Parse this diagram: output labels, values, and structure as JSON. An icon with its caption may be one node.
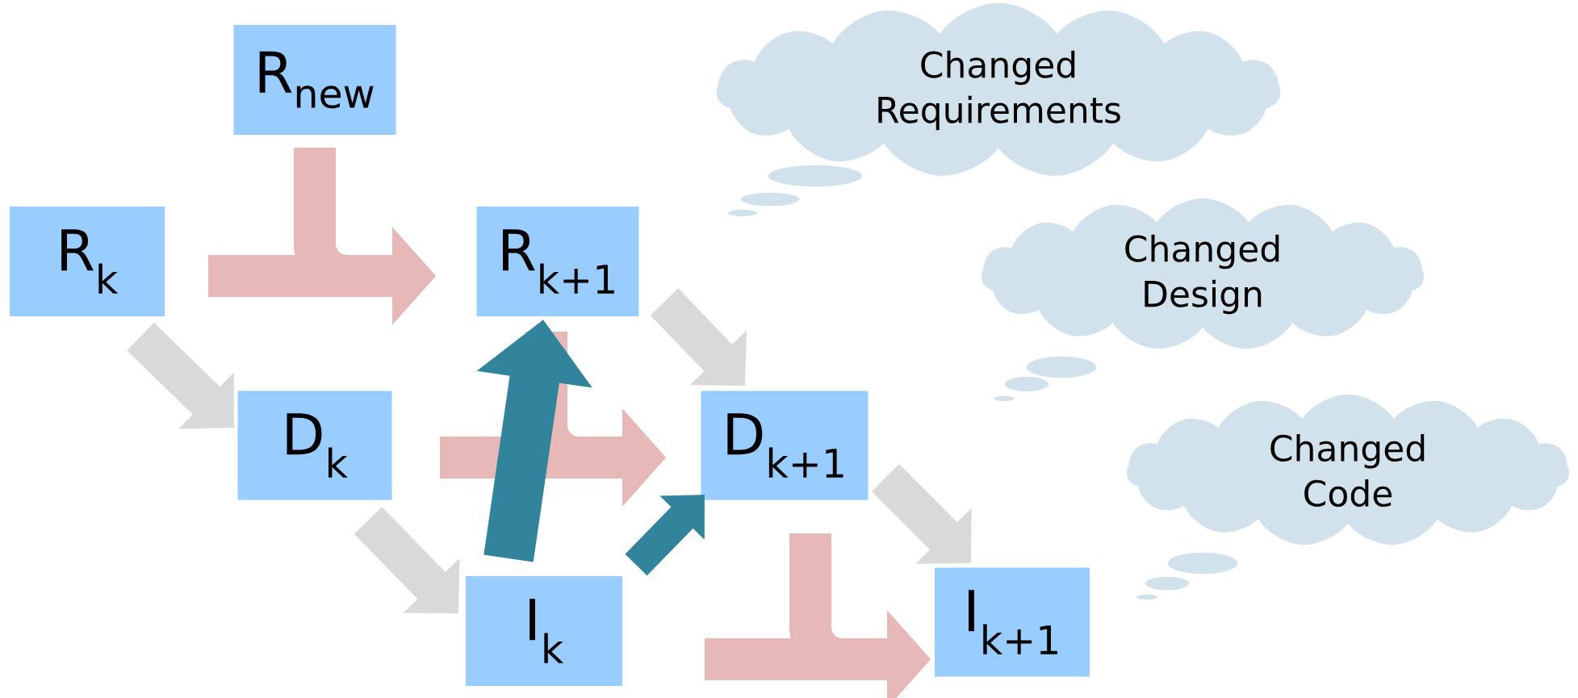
{
  "diagram": {
    "nodes": [
      {
        "text": [
          "R$_{new}$"
        ]
      },
      {
        "text": [
          "R$_{k}$"
        ]
      },
      {
        "text": [
          "R$_{k+1}$"
        ]
      },
      {
        "text": [
          "D$_{k}$"
        ]
      },
      {
        "text": [
          "D$_{k+1}$"
        ]
      },
      {
        "text": [
          "I$_{k}$"
        ]
      },
      {
        "text": [
          "I$_{k+1}$"
        ]
      },
      {
        "text": [
          "Changed Requirements"
        ]
      },
      {
        "text": [
          "Changed Design"
        ]
      },
      {
        "text": [
          "Changed Code"
        ]
      }
    ],
    "edges": [
      {
        "from": 0,
        "to": 2,
        "arrow": "to",
        "color": "#e6b8b7"
      },
      {
        "from": 1,
        "to": 2,
        "arrow": "to",
        "color": "#e6b8b7"
      },
      {
        "from": 1,
        "to": 3,
        "arrow": "to",
        "color": "#d9d9d9"
      },
      {
        "from": 2,
        "to": 4,
        "arrow": "to",
        "color": "#e6b8b7"
      },
      {
        "from": 2,
        "to": 4,
        "arrow": "to",
        "color": "#d9d9d9"
      },
      {
        "from": 3,
        "to": 4,
        "arrow": "to",
        "color": "#e6b8b7"
      },
      {
        "from": 3,
        "to": 5,
        "arrow": "to",
        "color": "#d9d9d9"
      },
      {
        "from": 4,
        "to": 6,
        "arrow": "to",
        "color": "#d9d9d9"
      },
      {
        "from": 4,
        "to": 6,
        "arrow": "to",
        "color": "#e6b8b7"
      },
      {
        "from": 5,
        "to": 6,
        "arrow": "to",
        "color": "#e6b8b7"
      },
      {
        "from": 5,
        "to": 2,
        "arrow": "to",
        "color": "#31849b"
      },
      {
        "from": 5,
        "to": 4,
        "arrow": "to",
        "color": "#31849b"
      }
    ]
  }
}
